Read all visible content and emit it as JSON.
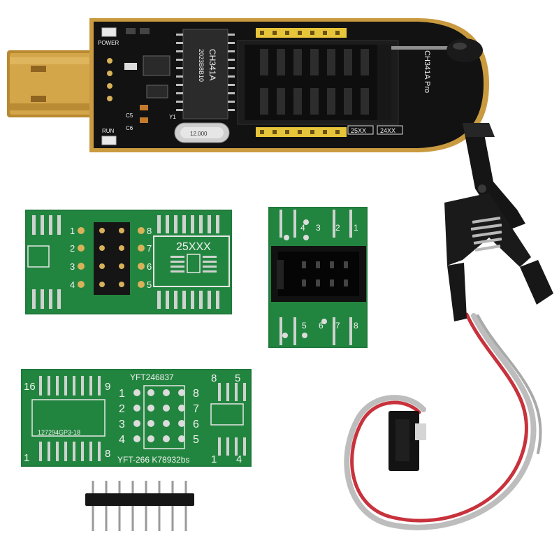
{
  "programmer": {
    "power_label": "POWER",
    "run_label": "RUN",
    "chip_marking": "CH341A",
    "chip_code": "2023B8B10",
    "board_name": "CH341A Pro",
    "crystal_label": "12.000",
    "slot_25": "25XX",
    "slot_24": "24XX",
    "c5": "C5",
    "c6": "C6",
    "y1": "Y1"
  },
  "adapter_soic8": {
    "chip_label": "25XXX",
    "pins_left": [
      "1",
      "2",
      "3",
      "4"
    ],
    "pins_right": [
      "8",
      "7",
      "6",
      "5"
    ]
  },
  "adapter_socket": {
    "top_numbers": [
      "4",
      "3",
      "2",
      "1"
    ],
    "bottom_numbers": [
      "5",
      "6",
      "7",
      "8"
    ]
  },
  "adapter_soic16": {
    "top_code": "YFT246837",
    "side_code": "127294GP3-18",
    "bottom_code": "YFT-266  K78932bs",
    "pin16": "16",
    "pin9": "9",
    "pin1": "1",
    "pin8": "8",
    "pin8r": "8",
    "pin5r": "5",
    "pin1r": "1",
    "pin4r": "4",
    "grid_left": [
      "1",
      "2",
      "3",
      "4"
    ],
    "grid_right": [
      "8",
      "7",
      "6",
      "5"
    ]
  },
  "colors": {
    "pcb_green": "#1f7a3c",
    "programmer_black": "#111111",
    "gold": "#d8b25a",
    "cable_grey": "#b9b9b9",
    "cable_red": "#c8323c"
  }
}
